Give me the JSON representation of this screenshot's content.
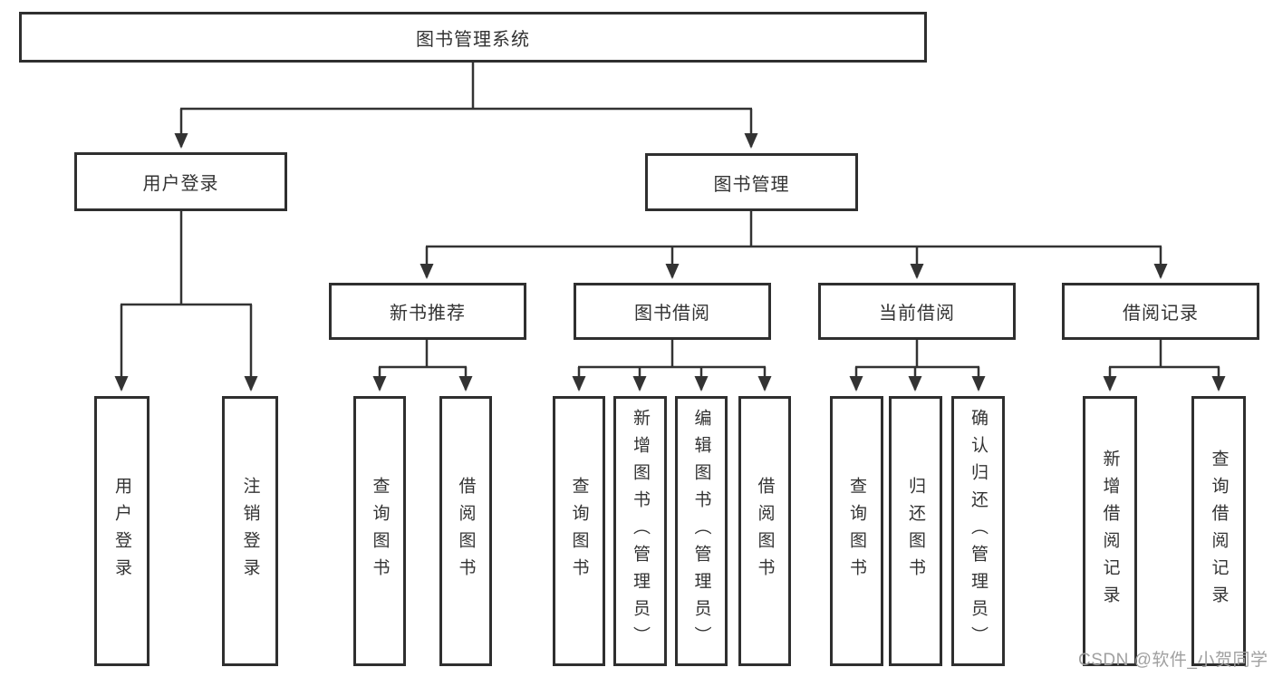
{
  "colors": {
    "line": "#333333",
    "box_border": "#2f2f2f",
    "text": "#333333",
    "watermark": "#a0a0a0",
    "background": "#ffffff"
  },
  "watermark": "CSDN @软件_小贺同学",
  "tree": {
    "root": {
      "label": "图书管理系统",
      "children": [
        {
          "label": "用户登录",
          "children": [
            {
              "label": "用户登录"
            },
            {
              "label": "注销登录"
            }
          ]
        },
        {
          "label": "图书管理",
          "children": [
            {
              "label": "新书推荐",
              "children": [
                {
                  "label": "查询图书"
                },
                {
                  "label": "借阅图书"
                }
              ]
            },
            {
              "label": "图书借阅",
              "children": [
                {
                  "label": "查询图书"
                },
                {
                  "label": "新增图书（管理员）"
                },
                {
                  "label": "编辑图书（管理员）"
                },
                {
                  "label": "借阅图书"
                }
              ]
            },
            {
              "label": "当前借阅",
              "children": [
                {
                  "label": "查询图书"
                },
                {
                  "label": "归还图书"
                },
                {
                  "label": "确认归还（管理员）"
                }
              ]
            },
            {
              "label": "借阅记录",
              "children": [
                {
                  "label": "新增借阅记录"
                },
                {
                  "label": "查询借阅记录"
                }
              ]
            }
          ]
        }
      ]
    }
  }
}
